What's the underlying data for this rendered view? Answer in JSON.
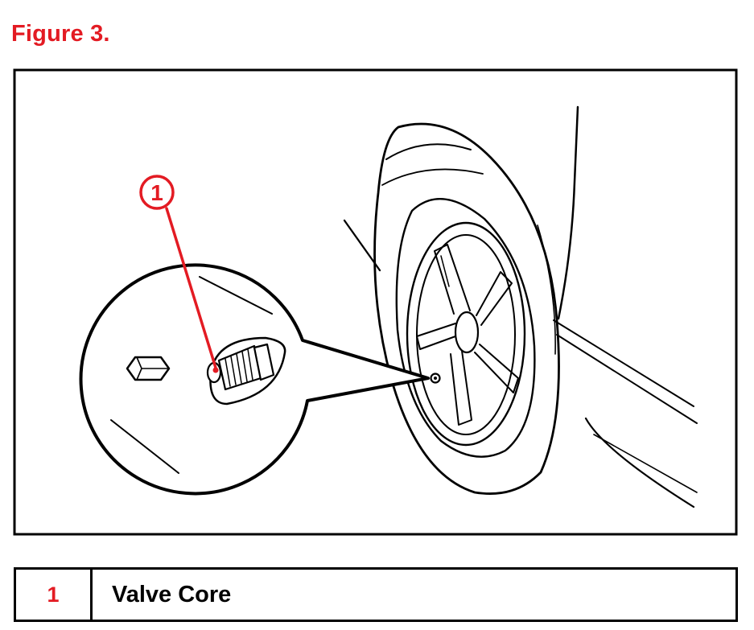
{
  "figure": {
    "title": "Figure 3."
  },
  "callouts": [
    {
      "number": "1"
    }
  ],
  "legend": [
    {
      "number": "1",
      "label": "Valve Core"
    }
  ],
  "colors": {
    "accent_red": "#e31b23",
    "line_black": "#000000",
    "background": "#ffffff"
  }
}
